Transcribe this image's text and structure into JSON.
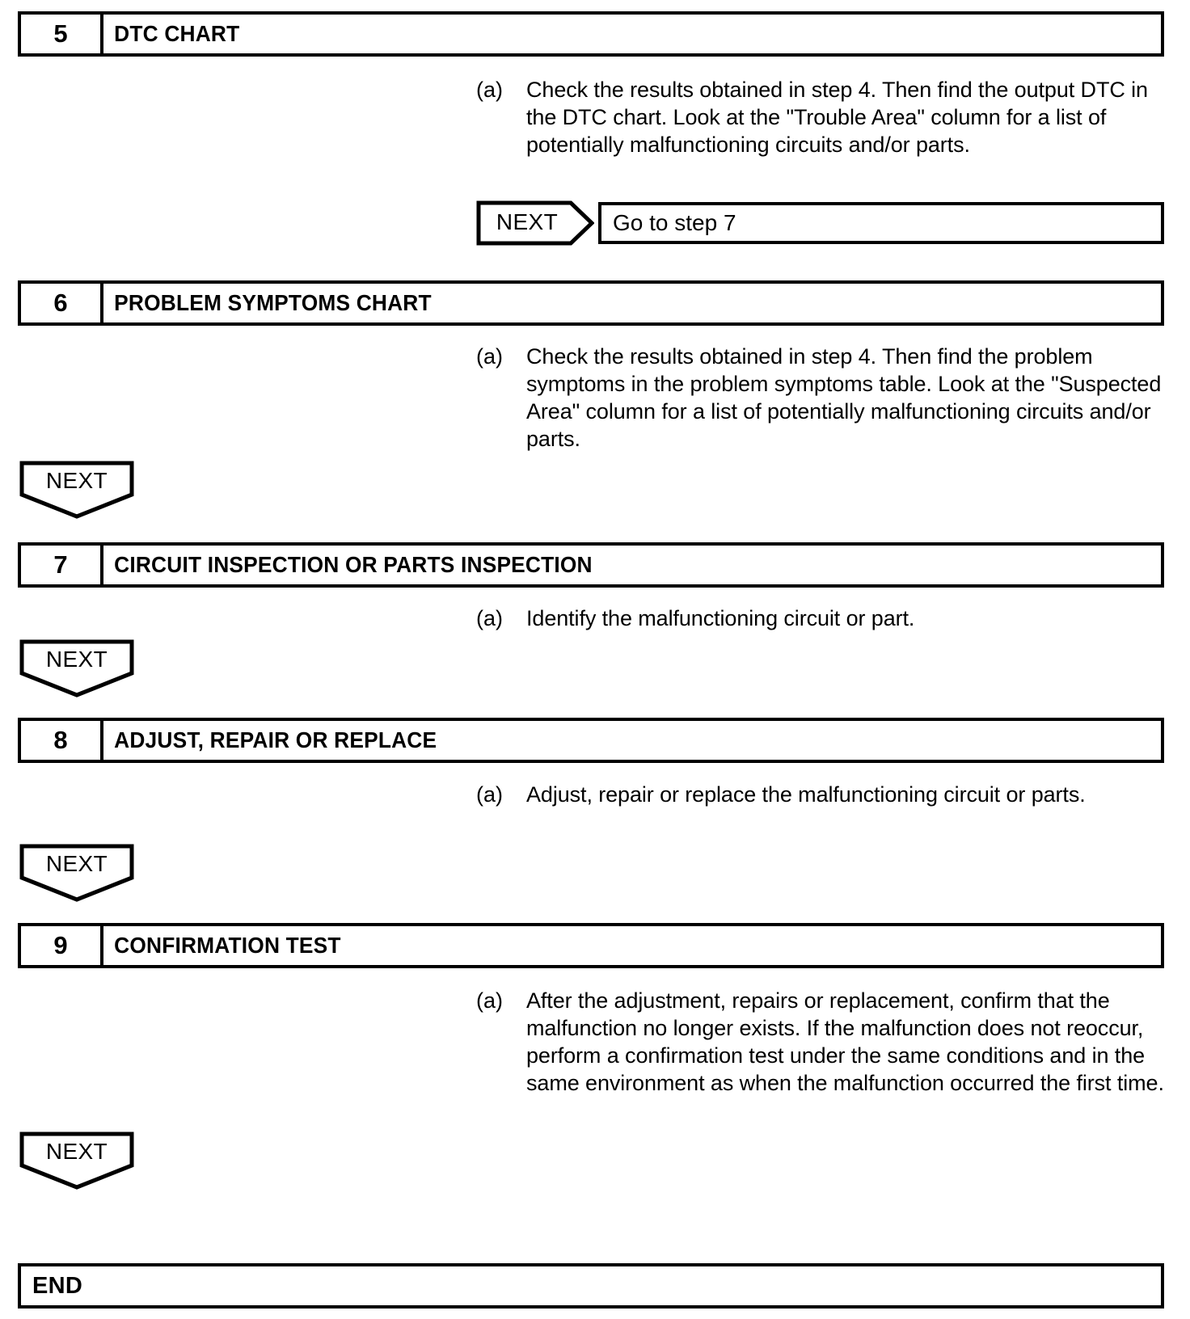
{
  "document": {
    "type": "troubleshooting-flowchart",
    "title": "Diagnostic Procedure Flowchart (steps 5-9)"
  },
  "steps": [
    {
      "number": "5",
      "title": "DTC CHART",
      "instructions": [
        {
          "label": "(a)",
          "text": "Check the results obtained in step 4. Then find the output DTC in the DTC chart. Look at the \"Trouble Area\" column for a list of potentially malfunctioning circuits and/or parts."
        }
      ],
      "connector": {
        "kind": "next-right",
        "label": "NEXT",
        "target_text": "Go to step 7"
      }
    },
    {
      "number": "6",
      "title": "PROBLEM SYMPTOMS CHART",
      "instructions": [
        {
          "label": "(a)",
          "text": "Check the results obtained in step 4. Then find the problem symptoms in the problem symptoms table. Look at the \"Suspected Area\" column for a list of potentially malfunctioning circuits and/or parts."
        }
      ],
      "connector": {
        "kind": "next-down",
        "label": "NEXT"
      }
    },
    {
      "number": "7",
      "title": "CIRCUIT INSPECTION OR PARTS INSPECTION",
      "instructions": [
        {
          "label": "(a)",
          "text": "Identify the malfunctioning circuit or part."
        }
      ],
      "connector": {
        "kind": "next-down",
        "label": "NEXT"
      }
    },
    {
      "number": "8",
      "title": "ADJUST, REPAIR OR REPLACE",
      "instructions": [
        {
          "label": "(a)",
          "text": "Adjust, repair or replace the malfunctioning circuit or parts."
        }
      ],
      "connector": {
        "kind": "next-down",
        "label": "NEXT"
      }
    },
    {
      "number": "9",
      "title": "CONFIRMATION TEST",
      "instructions": [
        {
          "label": "(a)",
          "text": "After the adjustment, repairs or replacement, confirm that the malfunction no longer exists. If the malfunction does not reoccur, perform a confirmation test under the same conditions and in the same environment as when the malfunction occurred the first time."
        }
      ],
      "connector": {
        "kind": "next-down",
        "label": "NEXT"
      }
    }
  ],
  "end": {
    "label": "END"
  },
  "colors": {
    "ink": "#000000",
    "paper": "#ffffff"
  }
}
